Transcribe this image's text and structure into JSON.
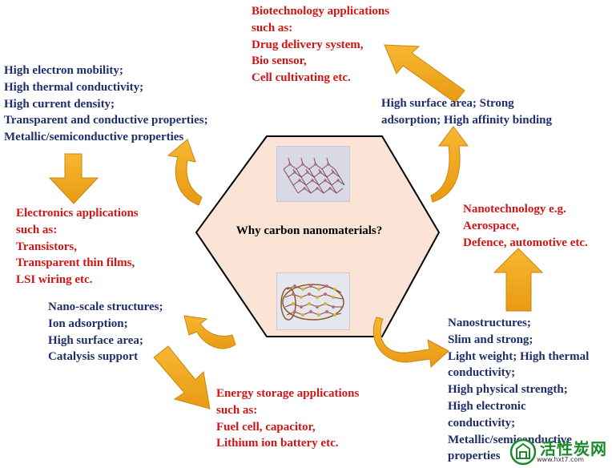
{
  "center": {
    "title": "Why carbon nanomaterials?"
  },
  "boxes": {
    "bio": {
      "lines": [
        "Biotechnology applications",
        "such as:",
        "Drug delivery system,",
        "Bio sensor,",
        "Cell cultivating etc."
      ]
    },
    "surface": {
      "lines": [
        "High surface area;  Strong",
        "adsorption; High affinity binding"
      ]
    },
    "electron": {
      "lines": [
        "High electron mobility;",
        "High thermal conductivity;",
        "High current density;",
        "Transparent and conductive properties;",
        "Metallic/semiconductive  properties"
      ]
    },
    "electronics": {
      "lines": [
        "Electronics applications",
        "such as:",
        "Transistors,",
        "Transparent thin films,",
        "LSI wiring etc."
      ]
    },
    "nanotech": {
      "lines": [
        "Nanotechnology e.g.",
        "Aerospace,",
        "Defence, automotive etc."
      ]
    },
    "nanoscale": {
      "lines": [
        "Nano-scale structures;",
        "Ion adsorption;",
        "High surface area;",
        "Catalysis support"
      ]
    },
    "energy": {
      "lines": [
        "Energy storage applications",
        "such as:",
        "Fuel cell, capacitor,",
        "Lithium ion battery etc."
      ]
    },
    "nanostructures": {
      "lines": [
        "Nanostructures;",
        "Slim and strong;",
        "Light weight;  High thermal",
        "conductivity;",
        "High physical strength;",
        "High electronic",
        "conductivity;",
        "Metallic/semiconductive",
        "properties"
      ]
    }
  },
  "watermark": {
    "title": "活性炭网",
    "url": "www.hxt7.com"
  },
  "colors": {
    "navy_text": "#1f2d6b",
    "red_text": "#d21414",
    "arrow_fill": "#f2a820",
    "arrow_stroke": "#c98610",
    "hexagon_fill": "#fbe3d6",
    "hexagon_stroke": "#000000"
  }
}
